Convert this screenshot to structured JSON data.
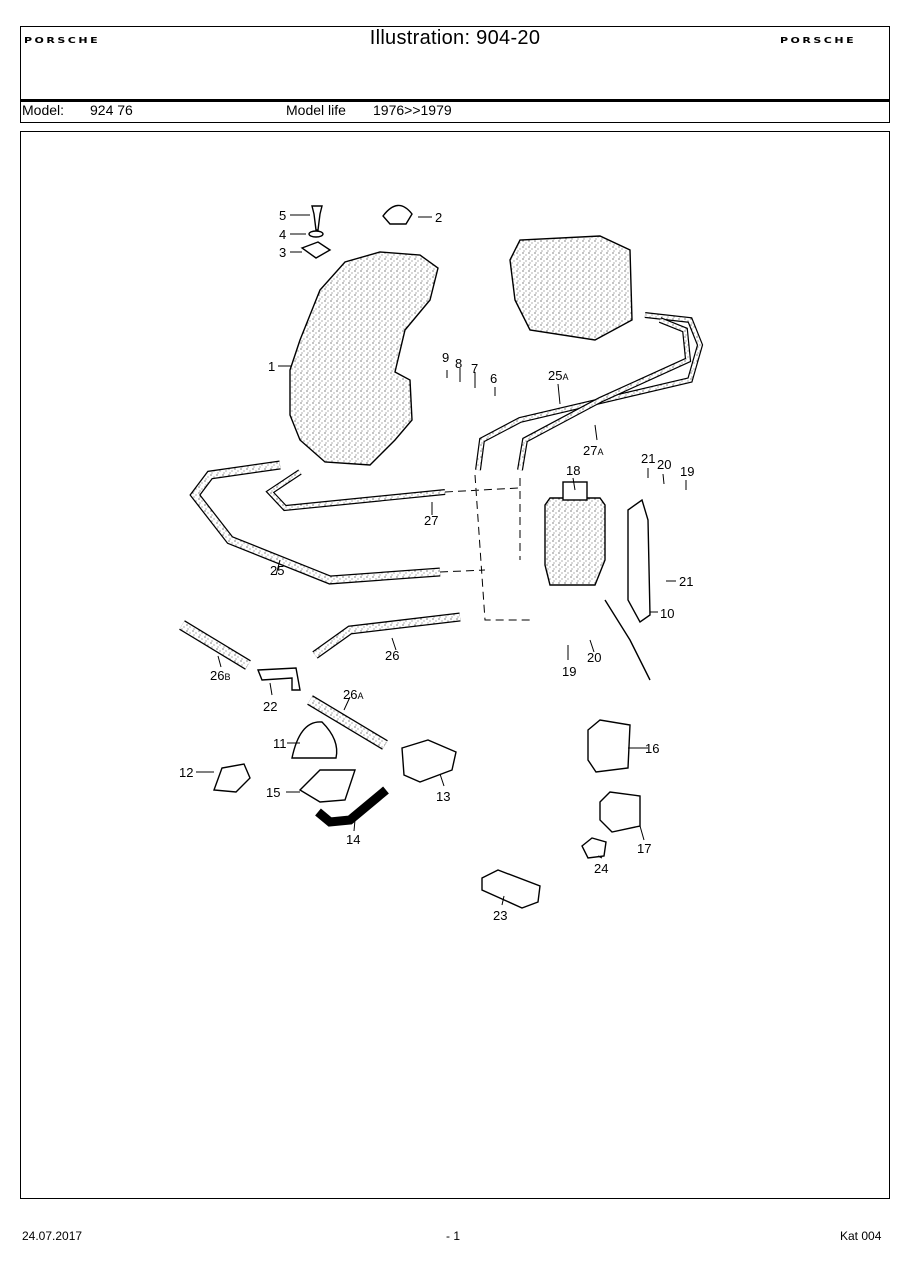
{
  "header": {
    "brand_left": "PORSCHE",
    "brand_right": "PORSCHE",
    "title": "Illustration: 904-20"
  },
  "model_row": {
    "model_label": "Model:",
    "model_value": "924 76",
    "life_label": "Model life",
    "life_value": "1976>>1979"
  },
  "callouts": [
    {
      "id": "c5",
      "num": "5",
      "sub": ""
    },
    {
      "id": "c4",
      "num": "4",
      "sub": ""
    },
    {
      "id": "c3",
      "num": "3",
      "sub": ""
    },
    {
      "id": "c2",
      "num": "2",
      "sub": ""
    },
    {
      "id": "c1",
      "num": "1",
      "sub": ""
    },
    {
      "id": "c9",
      "num": "9",
      "sub": ""
    },
    {
      "id": "c8",
      "num": "8",
      "sub": ""
    },
    {
      "id": "c7",
      "num": "7",
      "sub": ""
    },
    {
      "id": "c6",
      "num": "6",
      "sub": ""
    },
    {
      "id": "c25a",
      "num": "25",
      "sub": "A"
    },
    {
      "id": "c27a",
      "num": "27",
      "sub": "A"
    },
    {
      "id": "c18",
      "num": "18",
      "sub": ""
    },
    {
      "id": "c21a",
      "num": "21",
      "sub": ""
    },
    {
      "id": "c20a",
      "num": "20",
      "sub": ""
    },
    {
      "id": "c19a",
      "num": "19",
      "sub": ""
    },
    {
      "id": "c27",
      "num": "27",
      "sub": ""
    },
    {
      "id": "c25",
      "num": "25",
      "sub": ""
    },
    {
      "id": "c21b",
      "num": "21",
      "sub": ""
    },
    {
      "id": "c10",
      "num": "10",
      "sub": ""
    },
    {
      "id": "c26",
      "num": "26",
      "sub": ""
    },
    {
      "id": "c19b",
      "num": "19",
      "sub": ""
    },
    {
      "id": "c20b",
      "num": "20",
      "sub": ""
    },
    {
      "id": "c26b",
      "num": "26",
      "sub": "B"
    },
    {
      "id": "c22",
      "num": "22",
      "sub": ""
    },
    {
      "id": "c26a",
      "num": "26",
      "sub": "A"
    },
    {
      "id": "c11",
      "num": "11",
      "sub": ""
    },
    {
      "id": "c16",
      "num": "16",
      "sub": ""
    },
    {
      "id": "c12",
      "num": "12",
      "sub": ""
    },
    {
      "id": "c15",
      "num": "15",
      "sub": ""
    },
    {
      "id": "c13",
      "num": "13",
      "sub": ""
    },
    {
      "id": "c14",
      "num": "14",
      "sub": ""
    },
    {
      "id": "c17",
      "num": "17",
      "sub": ""
    },
    {
      "id": "c24",
      "num": "24",
      "sub": ""
    },
    {
      "id": "c23",
      "num": "23",
      "sub": ""
    }
  ],
  "footer": {
    "date": "24.07.2017",
    "page": "- 1",
    "catalog": "Kat 004"
  }
}
